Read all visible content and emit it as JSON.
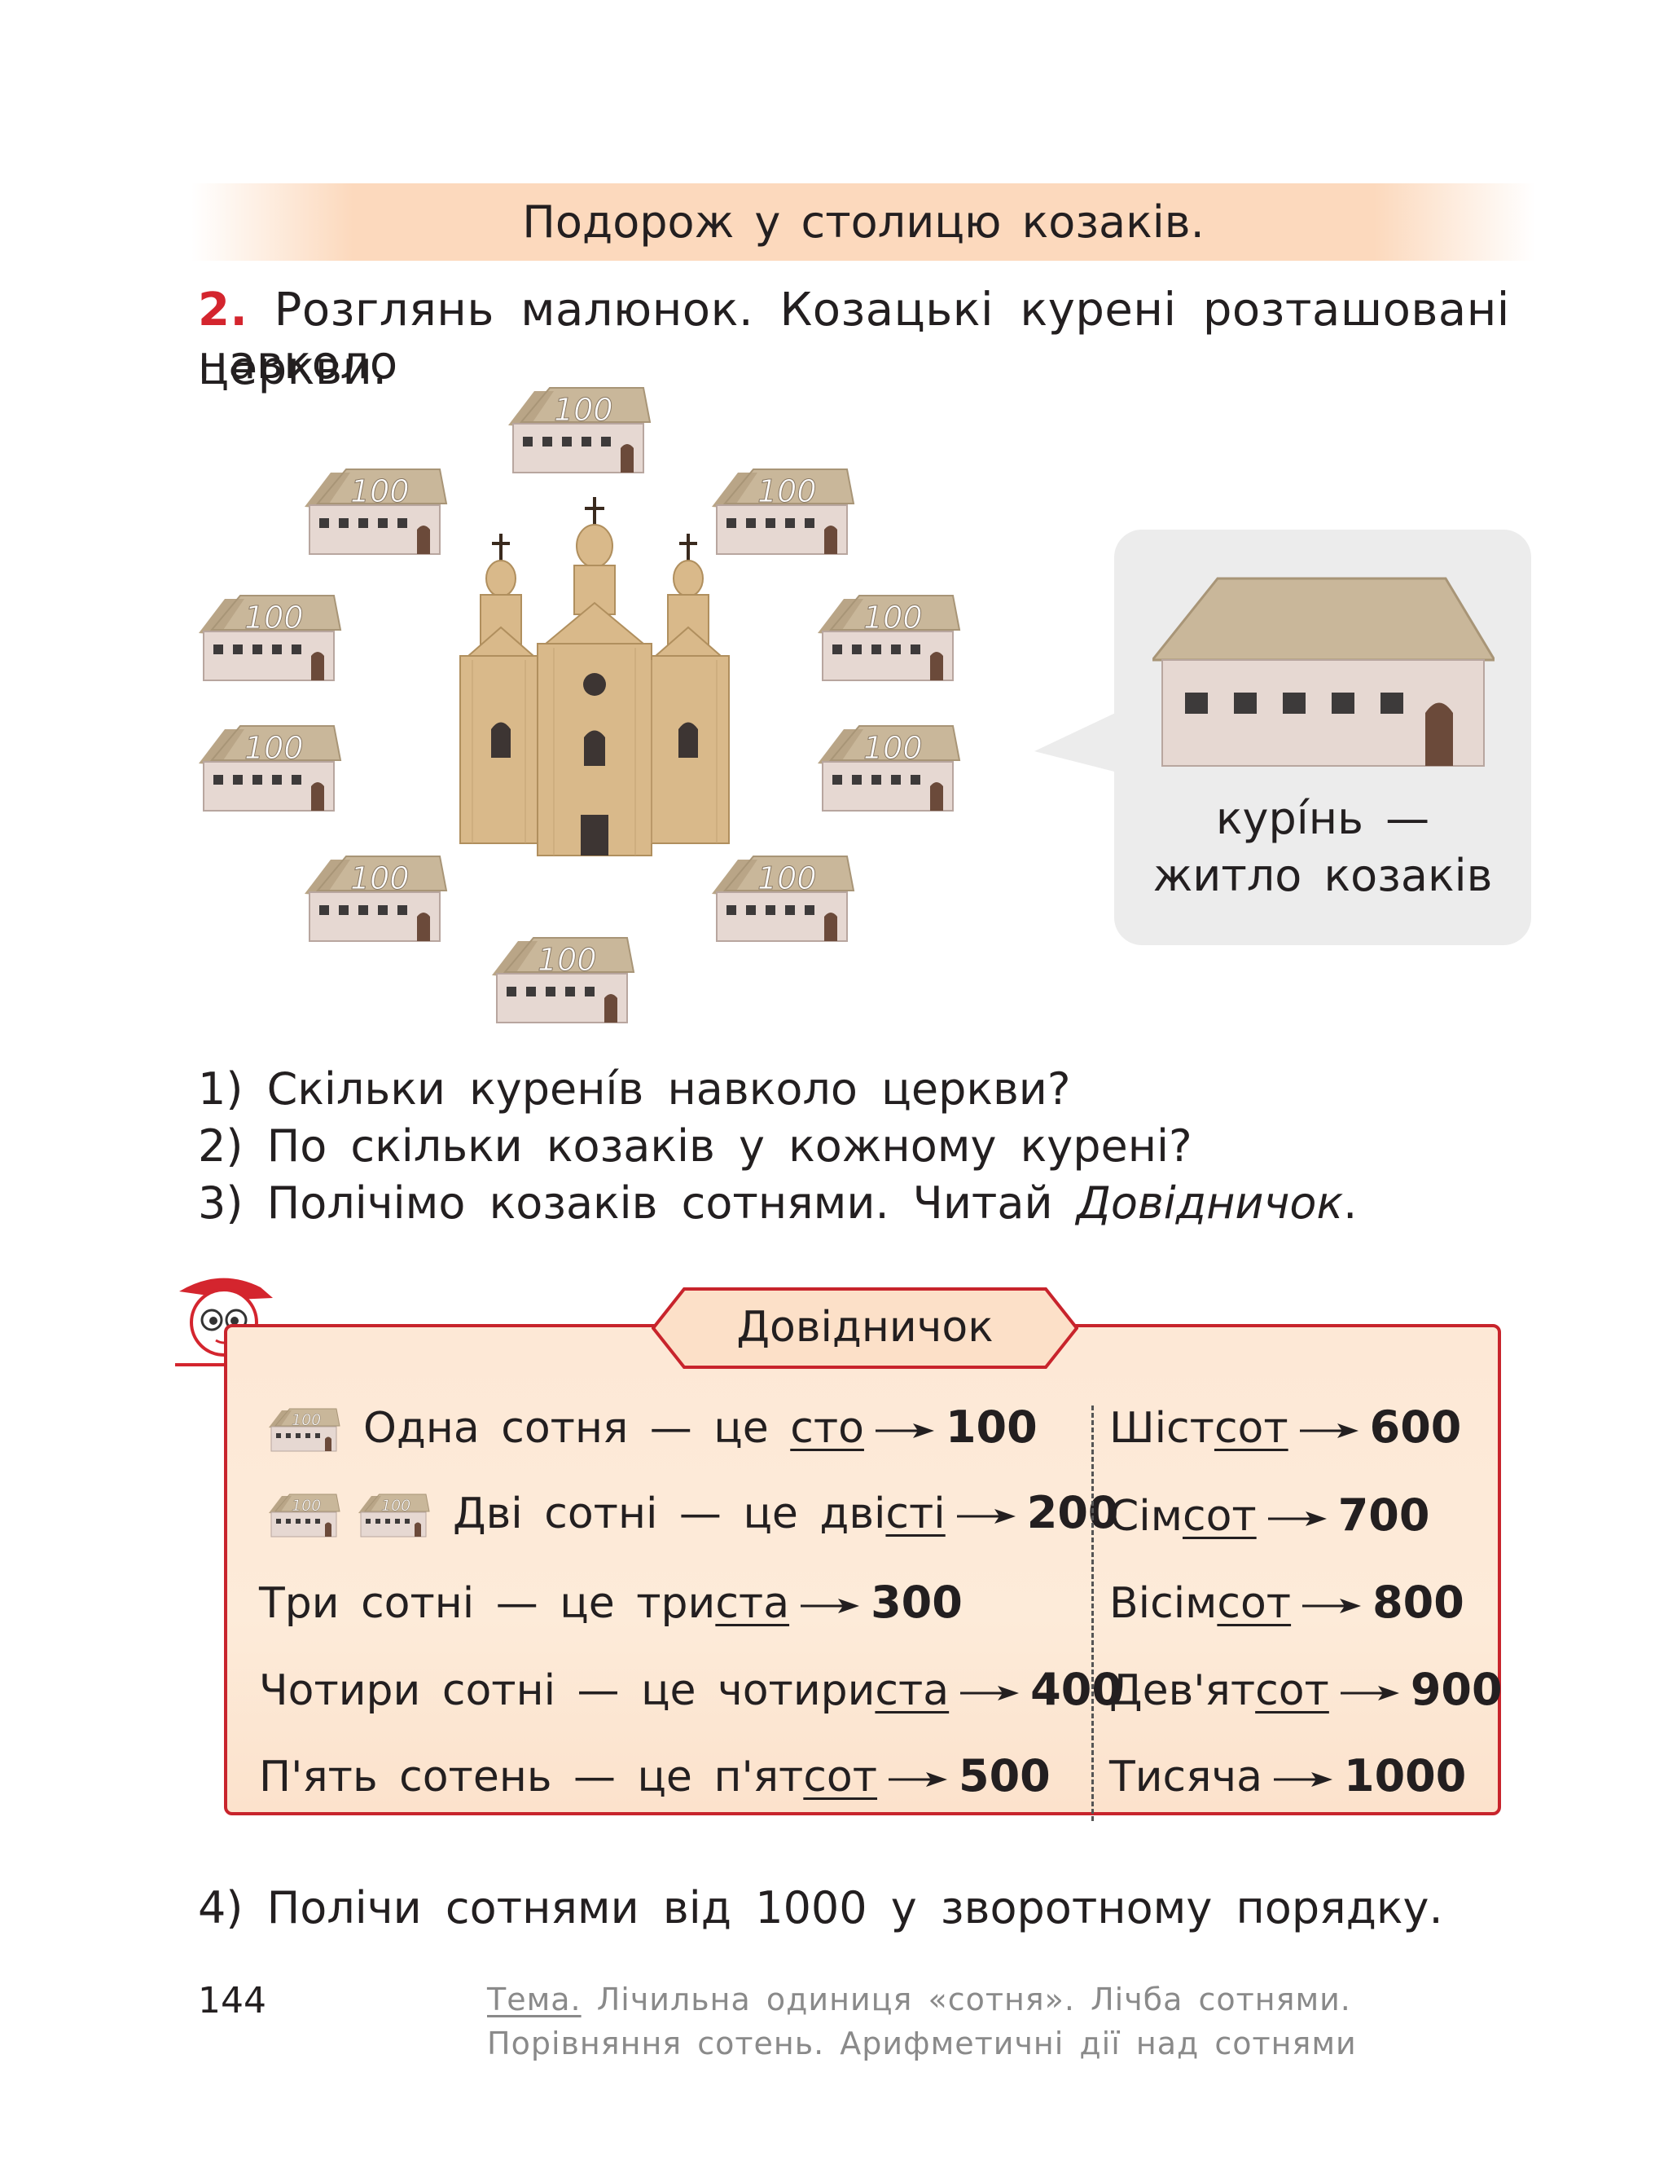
{
  "heading": "Подорож у столицю козаків.",
  "task": {
    "number": "2.",
    "line1": "Розглянь малюнок. Козацькі курені розташовані навколо",
    "line2": "церкви."
  },
  "illustration": {
    "house_label": "100",
    "church_icon": "church-icon",
    "callout_caption_line1": "курі́нь —",
    "callout_caption_line2": "житло козаків"
  },
  "questions": [
    "1) Скільки курені́в навколо церкви?",
    "2) По скільки козаків у кожному курені?",
    "3) Полічімо козаків сотнями. Читай "
  ],
  "question3_italic": "Довідничок",
  "question3_end": ".",
  "reference": {
    "title": "Довідничок",
    "left_rows": [
      {
        "prefix": "Одна сотня — це ",
        "underlined": "сто",
        "suffix": "",
        "number": "100"
      },
      {
        "prefix": "Дві сотні — це дві",
        "underlined": "сті",
        "suffix": "",
        "number": "200"
      },
      {
        "prefix": "Три сотні — це три",
        "underlined": "ста",
        "suffix": "",
        "number": "300"
      },
      {
        "prefix": "Чотири сотні — це чотири",
        "underlined": "ста",
        "suffix": "",
        "number": "400"
      },
      {
        "prefix": "П'ять сотень — це п'ят",
        "underlined": "сот",
        "suffix": "",
        "number": "500"
      }
    ],
    "right_rows": [
      {
        "prefix": "Шіст",
        "underlined": "сот",
        "number": "600"
      },
      {
        "prefix": "Сім",
        "underlined": "сот",
        "number": "700"
      },
      {
        "prefix": "Вісім",
        "underlined": "сот",
        "number": "800"
      },
      {
        "prefix": "Дев'ят",
        "underlined": "сот",
        "number": "900"
      },
      {
        "prefix": "Тисяча",
        "underlined": "",
        "number": "1000"
      }
    ]
  },
  "question4": "4) Полічи сотнями від 1000 у зворотному порядку.",
  "footer": {
    "page_number": "144",
    "topic_label": "Тема.",
    "topic_line1": " Лічильна одиниця «сотня». Лічба сотнями.",
    "topic_line2": "Порівняння сотень. Арифметичні дії над сотнями"
  },
  "colors": {
    "accent_red": "#d4252e",
    "band": "#fcd9bd",
    "reference_bg": "#fde8d6"
  }
}
